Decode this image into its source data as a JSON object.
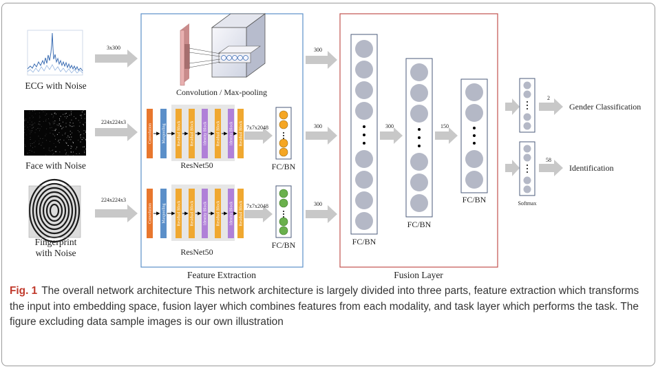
{
  "inputs": {
    "ecg": "ECG with Noise",
    "face": "Face with Noise",
    "fingerprint_line1": "Fingerprint",
    "fingerprint_line2": "with Noise"
  },
  "input_dims": {
    "ecg": "3x300",
    "face": "224x224x3",
    "fingerprint": "224x224x3"
  },
  "conv_caption": "Convolution / Max-pooling",
  "resnet": {
    "name": "ResNet50",
    "blocks": [
      "Convolution",
      "Maxpooling",
      "Residual Block",
      "Residual Block",
      "Identity Block",
      "Residual Block",
      "Identity Block",
      "Residual Block"
    ],
    "output_dim": "7x7x2048"
  },
  "fc_bn": "FC/BN",
  "feature_dim": "300",
  "fusion_dims": [
    "300",
    "150"
  ],
  "outputs": {
    "gender_dim": "2",
    "gender": "Gender Classification",
    "id_dim": "58",
    "id": "Identification",
    "softmax": "Softmax"
  },
  "section_labels": {
    "feature": "Feature Extraction",
    "fusion": "Fusion Layer"
  },
  "caption": {
    "fig": "Fig. 1",
    "text": "The overall network architecture This network architecture is largely divided into three parts, feature extraction which transforms the input into embedding space, fusion layer which combines features from each modality, and task layer which performs the task. The figure excluding data sample images is our own illustration"
  },
  "colors": {
    "feature_border": "#5b8fc9",
    "fusion_border": "#c0504d",
    "conv": "#e8772e",
    "maxpool": "#5b8fc9",
    "residual": "#f0a830",
    "identity": "#b080d8",
    "neuron": "#b4b8c6",
    "orange_dot": "#f5a623",
    "green_dot": "#6ab04c",
    "arrow": "#c8c8c8"
  }
}
